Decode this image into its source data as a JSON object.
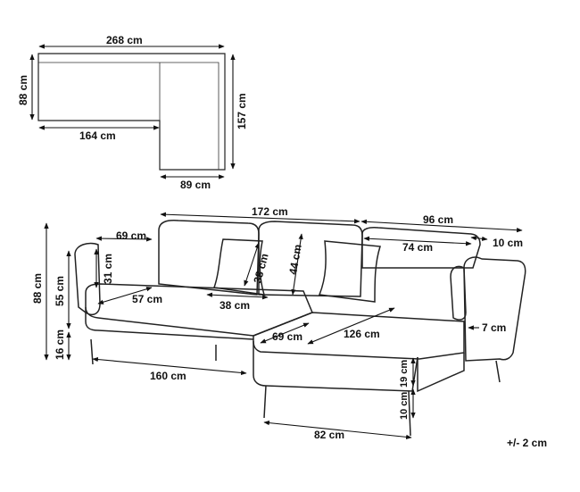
{
  "top_view": {
    "width_total": "268 cm",
    "depth_left": "88 cm",
    "length_inner": "164 cm",
    "depth_right": "157 cm",
    "chaise_width": "89 cm"
  },
  "front_view": {
    "back_width": "172 cm",
    "chaise_back_width": "96 cm",
    "armrest_depth": "69 cm",
    "arm_height": "31 cm",
    "total_height": "88 cm",
    "seat_height": "55 cm",
    "leg_height": "16 cm",
    "seat_depth": "57 cm",
    "cushion_width": "38 cm",
    "back_cushion_height": "44 cm",
    "pillow_height": "38 cm",
    "chaise_inner": "74 cm",
    "arm_width": "10 cm",
    "chaise_seat_depth": "69 cm",
    "chaise_seat_length": "126 cm",
    "arm_thickness": "7 cm",
    "base_width": "160 cm",
    "chaise_base_width": "82 cm",
    "seat_thickness": "19 cm",
    "chaise_leg_height": "10 cm"
  },
  "tolerance": "+/- 2 cm"
}
